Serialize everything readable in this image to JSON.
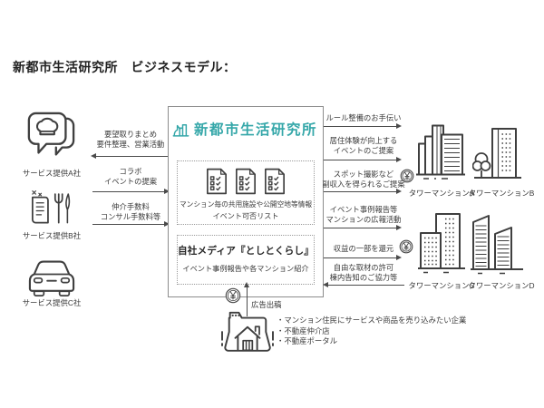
{
  "title": "新都市生活研究所　ビジネスモデル：",
  "colors": {
    "logo_teal": "#35a7a9",
    "line": "#4a4a4a",
    "icon_stroke": "#3f3f3f"
  },
  "icons": {
    "provider_a": "chef-hat-speech-bubble-icon",
    "provider_b": "menu-book-cutlery-icon",
    "provider_c": "car-icon",
    "center_logo": "city-skyline-icon",
    "facility_docs": "checklist-document-icon",
    "yen": "yen-coin-circle-icon",
    "advertiser": "house-real-estate-icon",
    "towers": "tower-building-icon"
  },
  "providers": [
    {
      "label": "サービス提供A社"
    },
    {
      "label": "サービス提供B社"
    },
    {
      "label": "サービス提供C社"
    }
  ],
  "left_flows": [
    {
      "line1": "要望取りまとめ",
      "line2": "要件整理、営業活動",
      "direction": "left"
    },
    {
      "line1": "コラボ",
      "line2": "イベントの提案",
      "direction": "right"
    },
    {
      "line1": "仲介手数料",
      "line2": "コンサル手数料等",
      "direction": "right"
    }
  ],
  "center": {
    "logo": "新都市生活研究所",
    "facility_caption1": "マンション毎の共用施設や公開空地等情報",
    "facility_caption2": "イベント可否リスト",
    "media_title": "自社メディア『としとくらし』",
    "media_caption": "イベント事例報告や各マンション紹介"
  },
  "right_flows": [
    {
      "line1": "ルール整備のお手伝い",
      "line2": "",
      "direction": "right",
      "yen": false
    },
    {
      "line1": "居住体験が向上する",
      "line2": "イベントのご提案",
      "direction": "right",
      "yen": false
    },
    {
      "line1": "スポット撮影など",
      "line2": "副収入を得られるご提案",
      "direction": "right",
      "yen": true
    },
    {
      "line1": "イベント事例報告等",
      "line2": "マンションの広報活動",
      "direction": "right",
      "yen": false
    },
    {
      "line1": "収益の一部を還元",
      "line2": "",
      "direction": "right",
      "yen": true
    },
    {
      "line1": "自由な取材の許可",
      "line2": "棟内告知のご協力等",
      "direction": "left",
      "yen": false
    }
  ],
  "towers": [
    {
      "label": "タワーマンションA"
    },
    {
      "label": "タワーマンションB"
    },
    {
      "label": "タワーマンションC"
    },
    {
      "label": "タワーマンションD"
    }
  ],
  "advertiser": {
    "label": "広告出稿",
    "bullets": [
      "・マンション住民にサービスや商品を売り込みたい企業",
      "・不動産仲介店",
      "・不動産ポータル"
    ]
  }
}
